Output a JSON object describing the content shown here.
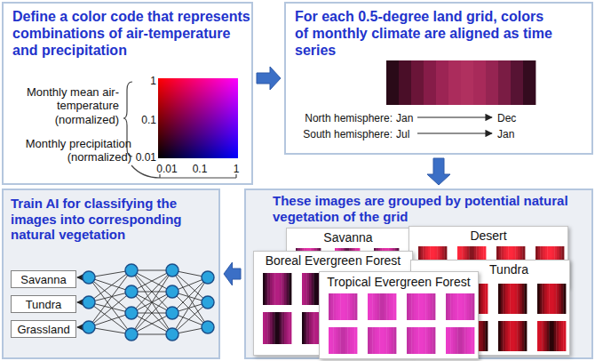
{
  "diagram": {
    "nodes": [
      {
        "text": [
          "Define a color code that represents combinations of air-temperature and precipitation"
        ]
      },
      {
        "text": [
          "For each 0.5-degree land grid, colors of monthly climate are aligned as time series"
        ]
      },
      {
        "text": [
          "These images are grouped by potential natural vegetation of the grid"
        ]
      },
      {
        "text": [
          "Savanna"
        ],
        "in": 2
      },
      {
        "text": [
          "Desert"
        ],
        "in": 2
      },
      {
        "text": [
          "Boreal Evergreen Forest"
        ],
        "in": 2
      },
      {
        "text": [
          "Tundra"
        ],
        "in": 2
      },
      {
        "text": [
          "Tropical Evergreen Forest"
        ],
        "in": 2
      },
      {
        "text": [
          "Train AI for classifying the images into corresponding natural vegetation"
        ]
      },
      {
        "text": [
          "Savanna"
        ],
        "in": 8
      },
      {
        "text": [
          "Tundra"
        ],
        "in": 8
      },
      {
        "text": [
          "Grassland"
        ],
        "in": 8
      }
    ],
    "edges": [
      {
        "from": 0,
        "to": 1,
        "arrow": "to"
      },
      {
        "from": 1,
        "to": 2,
        "arrow": "to"
      },
      {
        "from": 2,
        "to": 8,
        "arrow": "to"
      }
    ],
    "labels": [
      "Monthly mean air-temperature (normalized)",
      "1",
      "0.1",
      "0.01",
      "0.01",
      "0.1",
      "1",
      "Monthly precipitation (normalized)",
      "North hemisphere:",
      "Jan",
      "Dec",
      "South hemisphere:",
      "Jul",
      "Jan"
    ]
  }
}
